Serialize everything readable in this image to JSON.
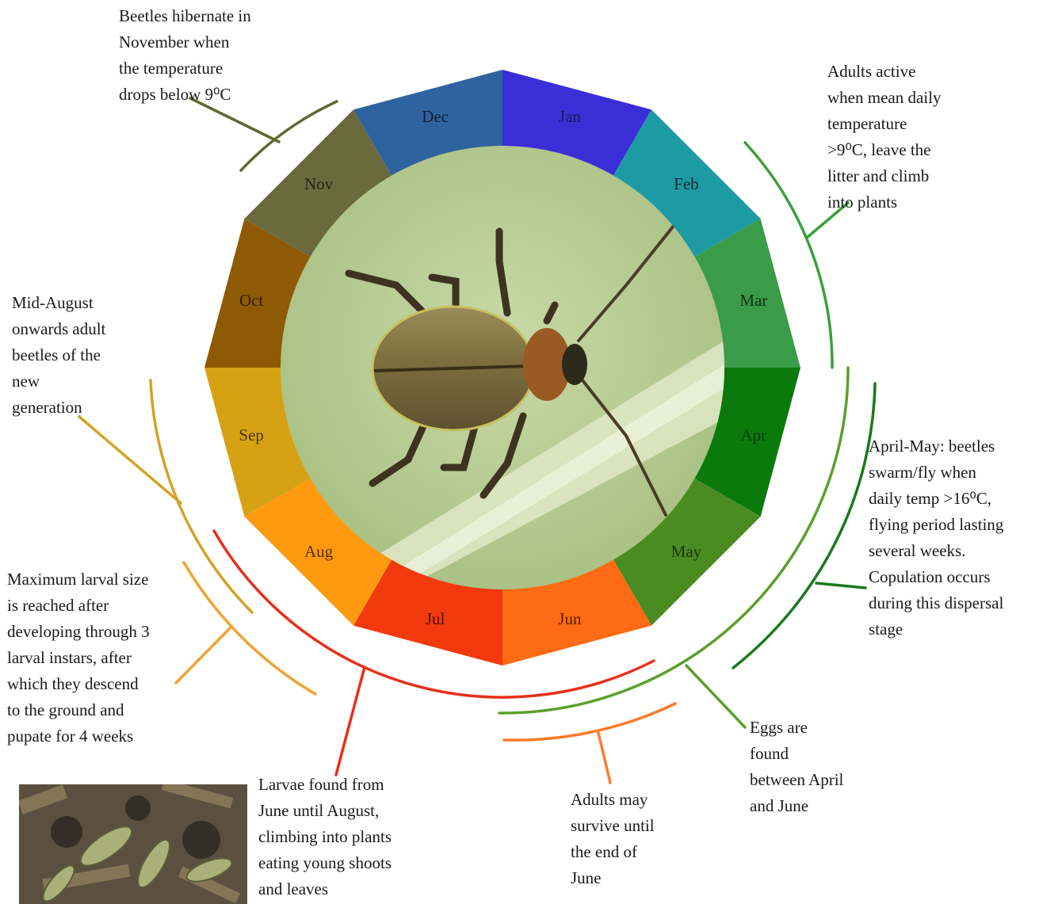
{
  "months": [
    {
      "label": "Jan",
      "color": "#3a2fd6",
      "text_color": "#1a1a60"
    },
    {
      "label": "Feb",
      "color": "#1e9aa4",
      "text_color": "#0b2a2e"
    },
    {
      "label": "Mar",
      "color": "#3a9c48",
      "text_color": "#0e2f12"
    },
    {
      "label": "Apr",
      "color": "#0a7a0c",
      "text_color": "#063d07"
    },
    {
      "label": "May",
      "color": "#4a8c22",
      "text_color": "#1a3510"
    },
    {
      "label": "Jun",
      "color": "#ff6a14",
      "text_color": "#5a1e00"
    },
    {
      "label": "Jul",
      "color": "#f23a0e",
      "text_color": "#4a0f00"
    },
    {
      "label": "Aug",
      "color": "#ff9a10",
      "text_color": "#5a2e00"
    },
    {
      "label": "Sep",
      "color": "#d6a214",
      "text_color": "#4a3500"
    },
    {
      "label": "Oct",
      "color": "#8e5a06",
      "text_color": "#2e1c00"
    },
    {
      "label": "Nov",
      "color": "#6a6a3e",
      "text_color": "#24240f"
    },
    {
      "label": "Dec",
      "color": "#2f63a0",
      "text_color": "#0e1f38"
    }
  ],
  "annotations": {
    "hibernate": "Beetles hibernate in\nNovember when\nthe temperature\ndrops below 9⁰C",
    "adults_active": "Adults active\nwhen mean daily\ntemperature\n>9⁰C, leave the\nlitter and climb\ninto plants",
    "mid_august": "Mid-August\nonwards adult\nbeetles of the\nnew\ngeneration",
    "april_may": "April-May: beetles\nswarm/fly when\ndaily temp >16⁰C,\nflying period lasting\nseveral weeks.\nCopulation occurs\nduring this dispersal\nstage",
    "max_larval": "Maximum larval size\nis reached after\ndeveloping through 3\nlarval instars, after\nwhich they descend\nto the ground and\npupate for 4 weeks",
    "eggs": "Eggs are\nfound\nbetween April\nand June",
    "adults_survive": "Adults may\nsurvive until\nthe end of\nJune",
    "larvae_found": "Larvae found from\nJune until August,\nclimbing into plants\neating young shoots\nand leaves"
  },
  "arc_colors": {
    "hibernate": "#5e6a2e",
    "adults_active": "#3aa03a",
    "mid_august": "#d4a226",
    "april_may": "#1a7a1a",
    "max_larval": "#f2a232",
    "eggs": "#5aa02a",
    "adults_survive": "#ff7a2a",
    "larvae_found": "#e8301a"
  }
}
